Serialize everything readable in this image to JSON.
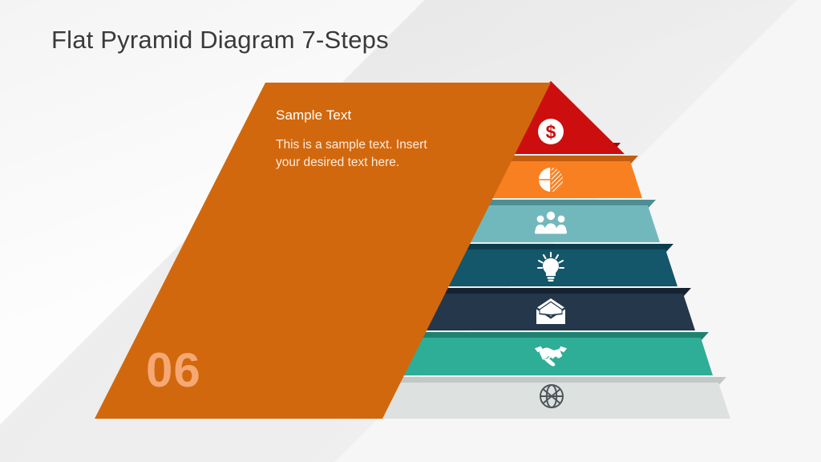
{
  "slide": {
    "title": "Flat Pyramid Diagram 7-Steps",
    "background_color": "#f2f2f2"
  },
  "callout": {
    "heading": "Sample Text",
    "body": "This is a sample text. Insert your desired text here.",
    "number": "06",
    "fill_color": "#d2680d",
    "number_color": "#f5a873",
    "heading_color": "#ffffff",
    "body_color": "#fdece0"
  },
  "chart_data": {
    "type": "pyramid",
    "title": "Flat Pyramid Diagram 7-Steps",
    "steps": 7,
    "orientation": "apex-up",
    "highlighted_step": 6,
    "levels": [
      {
        "index": 1,
        "position": "top",
        "icon": "dollar-coin-icon",
        "color": "#cc0e0e",
        "shadow_color": "#9d0808",
        "icon_style": "white-circle-on-red"
      },
      {
        "index": 2,
        "position": "second",
        "icon": "pie-chart-icon",
        "color": "#f98020",
        "shadow_color": "#c35d10",
        "icon_style": "white"
      },
      {
        "index": 3,
        "position": "third",
        "icon": "people-group-icon",
        "color": "#71b8bd",
        "shadow_color": "#4e8e93",
        "icon_style": "white"
      },
      {
        "index": 4,
        "position": "fourth",
        "icon": "lightbulb-icon",
        "color": "#14566a",
        "shadow_color": "#0d3d4c",
        "icon_style": "white"
      },
      {
        "index": 5,
        "position": "fifth",
        "icon": "open-envelope-icon",
        "color": "#24374b",
        "shadow_color": "#16222f",
        "icon_style": "white"
      },
      {
        "index": 6,
        "position": "sixth",
        "icon": "handshake-icon",
        "color": "#2eae96",
        "shadow_color": "#1f8270",
        "icon_style": "white"
      },
      {
        "index": 7,
        "position": "bottom",
        "icon": "globe-icon",
        "color": "#dde1e0",
        "shadow_color": "#c2c8c6",
        "icon_style": "dark-gray"
      }
    ]
  }
}
